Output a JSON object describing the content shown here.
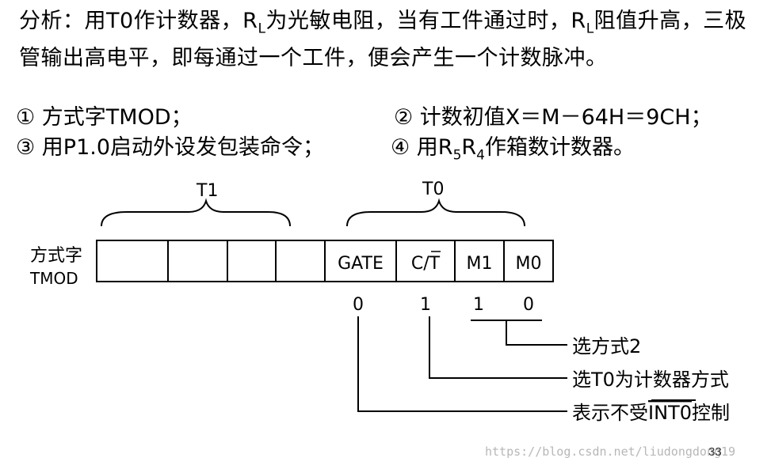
{
  "analysis": {
    "part1": "分析：用T0作计数器，",
    "rl1_main": "R",
    "rl1_sub": "L",
    "part2": "为光敏电阻，当有工件通过时，",
    "rl2_main": "R",
    "rl2_sub": "L",
    "part3": "阻值升高，三极管输出高电平，即每通过一个工件，便会产生一个计数脉冲。"
  },
  "items": {
    "item1": "① 方式字TMOD；",
    "item2": "② 计数初值X＝M－64H＝9CH；",
    "item3": "③ 用P1.0启动外设发包装命令；",
    "item4_prefix": "④ 用",
    "r5_main": "R",
    "r5_sub": "5",
    "r4_main": "R",
    "r4_sub": "4",
    "item4_suffix": "作箱数计数器。"
  },
  "diagram": {
    "register_label_line1": "方式字",
    "register_label_line2": "TMOD",
    "group_t1": "T1",
    "group_t0": "T0",
    "bits": [
      "",
      "",
      "",
      "",
      "GATE",
      "C/T",
      "M1",
      "M0"
    ],
    "bit_values": {
      "gate": "0",
      "ct": "1",
      "m1": "1",
      "m0": "0"
    },
    "annotations": {
      "mode": "选方式2",
      "counter": "选T0为计数器方式",
      "gate_prefix": "表示不受",
      "gate_overline": "INT0",
      "gate_suffix": "控制"
    }
  },
  "footer": {
    "watermark": "https://blog.csdn.net/liudongdong19",
    "page_number": "33"
  }
}
